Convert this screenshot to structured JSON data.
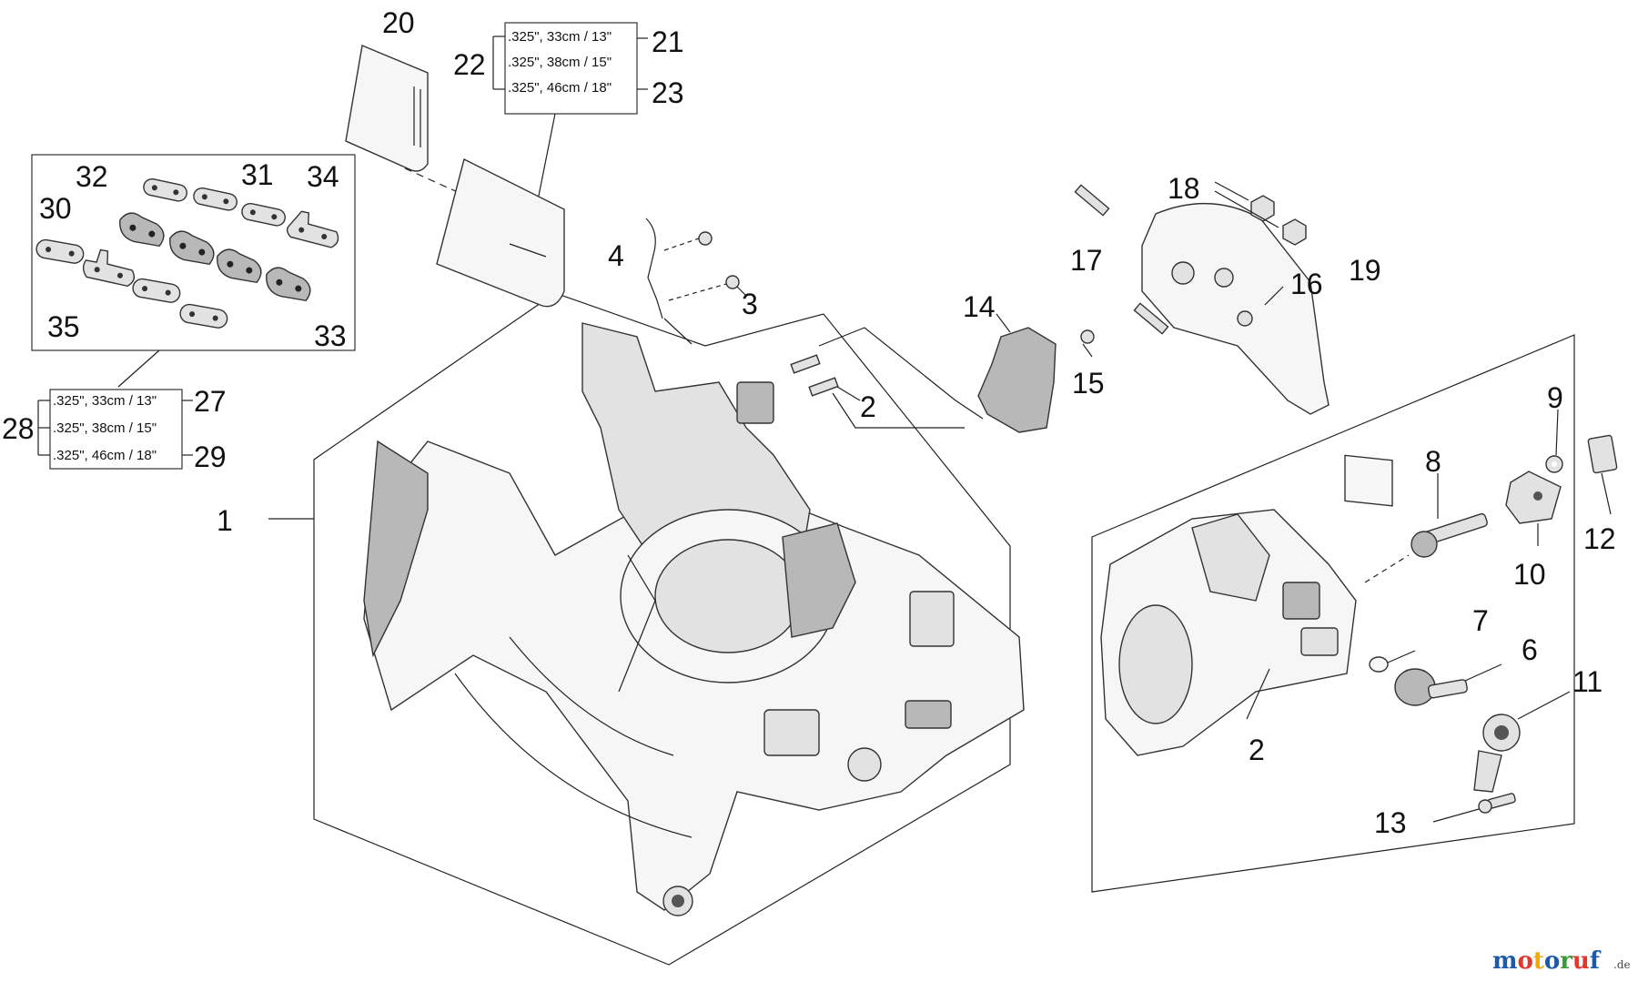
{
  "callouts": {
    "c1": "1",
    "c2a": "2",
    "c2b": "2",
    "c3": "3",
    "c4": "4",
    "c6": "6",
    "c7": "7",
    "c8": "8",
    "c9": "9",
    "c10": "10",
    "c11": "11",
    "c12": "12",
    "c13": "13",
    "c14": "14",
    "c15": "15",
    "c16": "16",
    "c17": "17",
    "c18": "18",
    "c19": "19",
    "c20": "20",
    "c21": "21",
    "c22": "22",
    "c23": "23",
    "c27": "27",
    "c28": "28",
    "c29": "29",
    "c30": "30",
    "c31": "31",
    "c32": "32",
    "c33": "33",
    "c34": "34",
    "c35": "35"
  },
  "bar_options": {
    "opt1": ".325\", 33cm / 13\"",
    "opt2": ".325\", 38cm / 15\"",
    "opt3": ".325\", 46cm / 18\""
  },
  "chain_options": {
    "opt1": ".325\", 33cm / 13\"",
    "opt2": ".325\", 38cm / 15\"",
    "opt3": ".325\", 46cm / 18\""
  },
  "watermark": {
    "letters": [
      "m",
      "o",
      "t",
      "o",
      "r",
      "u",
      "f"
    ],
    "letter_colors": [
      "#1f5aa6",
      "#e0382b",
      "#f2a900",
      "#1f5aa6",
      "#3a9a3a",
      "#e0382b",
      "#1f5aa6"
    ],
    "suffix": ".de"
  }
}
